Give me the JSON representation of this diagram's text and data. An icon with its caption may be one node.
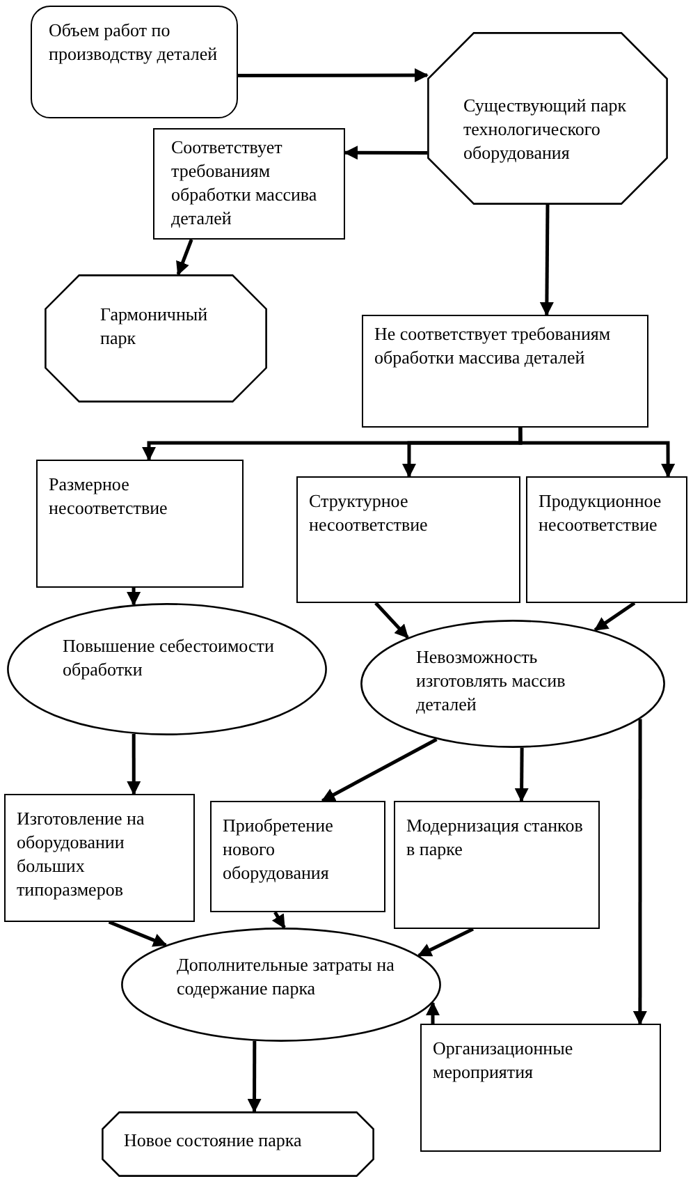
{
  "diagram": {
    "nodes": [
      {
        "text": [
          "Объем работ по производству деталей"
        ]
      },
      {
        "text": [
          "Существующий парк технологического оборудования"
        ]
      },
      {
        "text": [
          "Соответствует требованиям обработки массива деталей"
        ]
      },
      {
        "text": [
          "Гармоничный парк"
        ]
      },
      {
        "text": [
          "Не соответствует требованиям обработки массива деталей"
        ]
      },
      {
        "text": [
          "Размерное несоответствие"
        ]
      },
      {
        "text": [
          "Структурное несоответствие"
        ]
      },
      {
        "text": [
          "Продукционное несоответствие"
        ]
      },
      {
        "text": [
          "Повышение себестоимости обработки"
        ]
      },
      {
        "text": [
          "Невозможность изготовлять массив деталей"
        ]
      },
      {
        "text": [
          "Изготовление на оборудовании больших типоразмеров"
        ]
      },
      {
        "text": [
          "Приобретение нового оборудования"
        ]
      },
      {
        "text": [
          "Модернизация станков в парке"
        ]
      },
      {
        "text": [
          "Дополнительные затраты на содержание парка"
        ]
      },
      {
        "text": [
          "Организационные мероприятия"
        ]
      },
      {
        "text": [
          "Новое состояние парка"
        ]
      }
    ],
    "edges": [
      {
        "from": 0,
        "to": 1,
        "arrow": "to"
      },
      {
        "from": 1,
        "to": 2,
        "arrow": "to"
      },
      {
        "from": 2,
        "to": 3,
        "arrow": "to"
      },
      {
        "from": 1,
        "to": 4,
        "arrow": "to"
      },
      {
        "from": 4,
        "to": 5,
        "arrow": "to"
      },
      {
        "from": 4,
        "to": 6,
        "arrow": "to"
      },
      {
        "from": 4,
        "to": 7,
        "arrow": "to"
      },
      {
        "from": 5,
        "to": 8,
        "arrow": "to"
      },
      {
        "from": 6,
        "to": 9,
        "arrow": "to"
      },
      {
        "from": 7,
        "to": 9,
        "arrow": "to"
      },
      {
        "from": 8,
        "to": 10,
        "arrow": "to"
      },
      {
        "from": 9,
        "to": 11,
        "arrow": "to"
      },
      {
        "from": 9,
        "to": 12,
        "arrow": "to"
      },
      {
        "from": 9,
        "to": 14,
        "arrow": "to"
      },
      {
        "from": 10,
        "to": 13,
        "arrow": "to"
      },
      {
        "from": 11,
        "to": 13,
        "arrow": "to"
      },
      {
        "from": 12,
        "to": 13,
        "arrow": "to"
      },
      {
        "from": 14,
        "to": 13,
        "arrow": "to"
      },
      {
        "from": 13,
        "to": 15,
        "arrow": "to"
      }
    ]
  }
}
